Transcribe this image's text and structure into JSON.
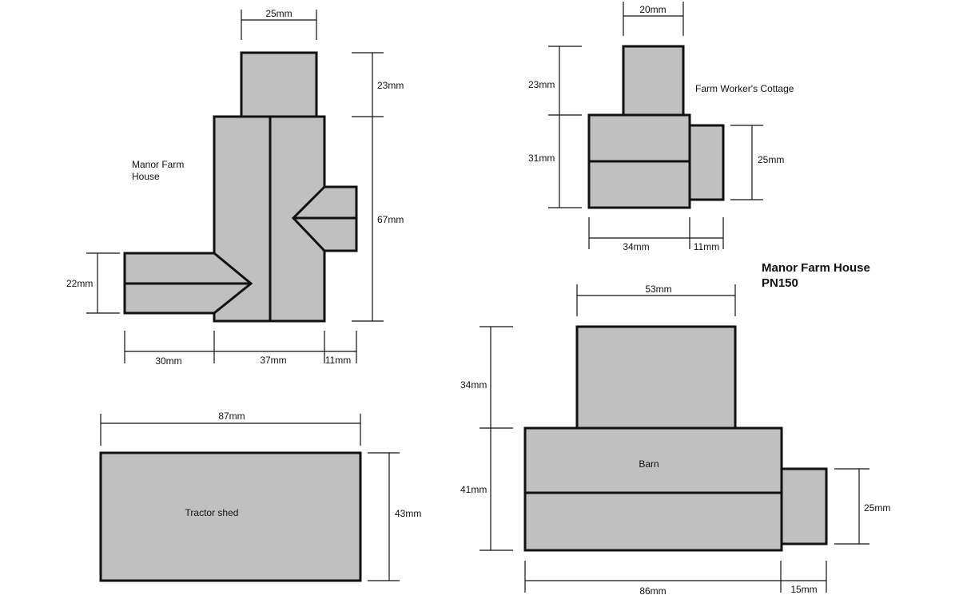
{
  "title": {
    "line1": "Manor Farm House",
    "line2": "PN150"
  },
  "colors": {
    "building_fill": "#c0c0c0",
    "outline": "#111111",
    "background": "#ffffff"
  },
  "buildings": {
    "manor": {
      "label_line1": "Manor Farm",
      "label_line2": "House",
      "dims": {
        "top_width": "25mm",
        "top_height": "23mm",
        "main_height": "67mm",
        "left_wing_height": "22mm",
        "left_wing_width": "30mm",
        "main_width": "37mm",
        "right_wing_width": "11mm"
      }
    },
    "cottage": {
      "label": "Farm Worker's Cottage",
      "dims": {
        "top_width": "20mm",
        "top_height": "23mm",
        "main_height": "31mm",
        "annex_height": "25mm",
        "main_width": "34mm",
        "annex_width": "11mm"
      }
    },
    "tractor_shed": {
      "label": "Tractor shed",
      "dims": {
        "width": "87mm",
        "height": "43mm"
      }
    },
    "barn": {
      "label": "Barn",
      "dims": {
        "top_width": "53mm",
        "top_height": "34mm",
        "main_height": "41mm",
        "annex_height": "25mm",
        "main_width": "86mm",
        "annex_width": "15mm"
      }
    }
  }
}
